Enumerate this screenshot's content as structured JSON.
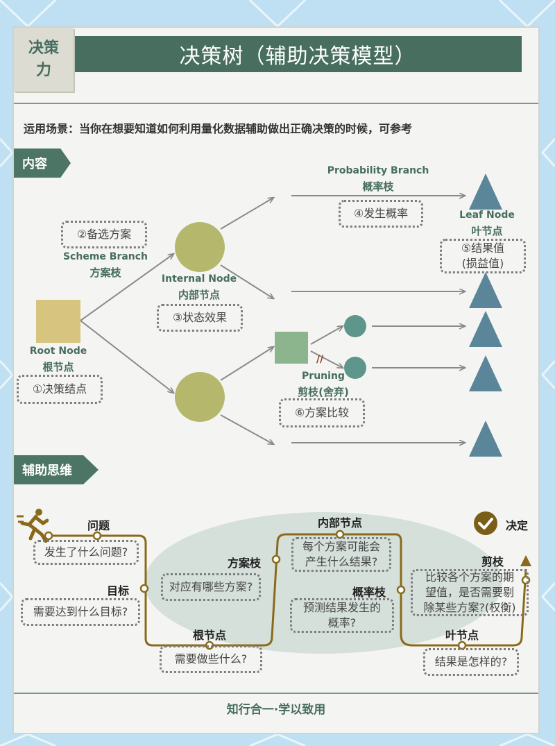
{
  "header": {
    "badge_line1": "决策",
    "badge_line2": "力",
    "title": "决策树（辅助决策模型）"
  },
  "intro": "运用场景：当你在想要知道如何利用量化数据辅助做出正确决策的时候，可参考",
  "section_content": "内容",
  "section_thinking": "辅助思维",
  "diagram": {
    "probability_branch_en": "Probability Branch",
    "probability_branch_zh": "概率枝",
    "box4": "④发生概率",
    "leaf_en": "Leaf Node",
    "leaf_zh": "叶节点",
    "box5_line1": "⑤结果值",
    "box5_line2": "(损益值)",
    "box2": "②备选方案",
    "scheme_en": "Scheme Branch",
    "scheme_zh": "方案枝",
    "internal_en": "Internal Node",
    "internal_zh": "内部节点",
    "box3": "③状态效果",
    "root_en": "Root Node",
    "root_zh": "根节点",
    "box1": "①决策结点",
    "pruning_en": "Pruning",
    "pruning_zh": "剪枝(舍弃)",
    "box6": "⑥方案比较",
    "prune_mark": "//"
  },
  "thinking": {
    "stages": {
      "question": "问题",
      "goal": "目标",
      "root": "根节点",
      "scheme": "方案枝",
      "internal": "内部节点",
      "probability": "概率枝",
      "leaf": "叶节点",
      "pruning": "剪枝",
      "decide": "决定"
    },
    "questions": {
      "q1": "发生了什么问题?",
      "q2": "需要达到什么目标?",
      "q3": "需要做些什么?",
      "q4": "对应有哪些方案?",
      "q5_line1": "每个方案可能会",
      "q5_line2": "产生什么结果?",
      "q6_line1": "预测结果发生的",
      "q6_line2": "概率?",
      "q7": "结果是怎样的?",
      "q8_line1": "比较各个方案的期",
      "q8_line2": "望值，是否需要剔",
      "q8_line3": "除某些方案?(权衡)"
    }
  },
  "footer": "知行合一·学以致用",
  "colors": {
    "dark_green": "#486e5f",
    "olive": "#b5b86c",
    "khaki": "#d6c47f",
    "teal": "#5f968b",
    "steel_blue": "#5b8599",
    "path_gold": "#8a6a1a",
    "ellipse": "#d5e0db"
  }
}
